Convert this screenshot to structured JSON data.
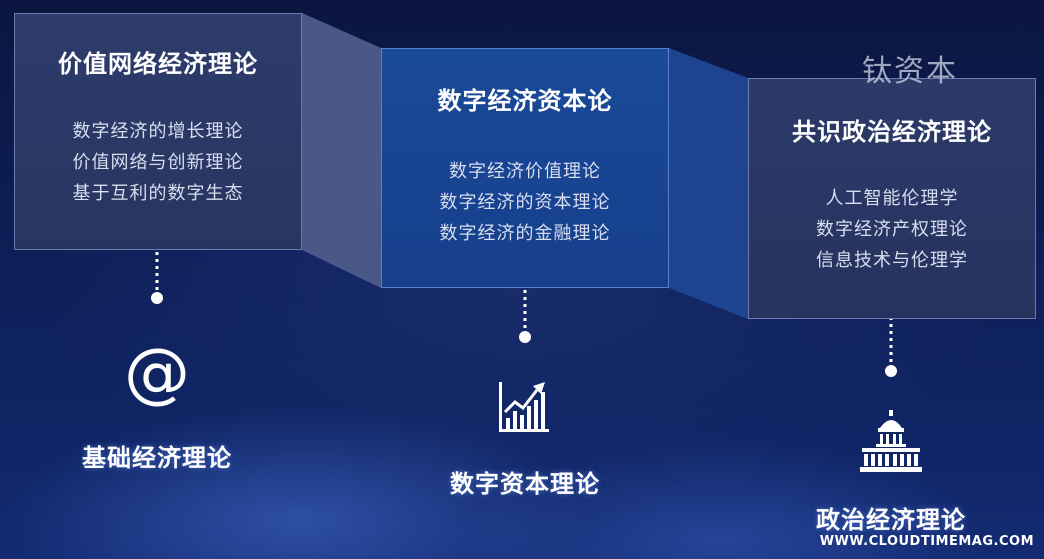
{
  "boxes": [
    {
      "title": "价值网络经济理论",
      "items": [
        "数字经济的增长理论",
        "价值网络与创新理论",
        "基于互利的数字生态"
      ]
    },
    {
      "title": "数字经济资本论",
      "items": [
        "数字经济价值理论",
        "数字经济的资本理论",
        "数字经济的金融理论"
      ]
    },
    {
      "title": "共识政治经济理论",
      "items": [
        "人工智能伦理学",
        "数字经济产权理论",
        "信息技术与伦理学"
      ]
    }
  ],
  "pillars": [
    {
      "label": "基础经济理论",
      "icon": "at-sign-icon"
    },
    {
      "label": "数字资本理论",
      "icon": "growth-chart-icon"
    },
    {
      "label": "政治经济理论",
      "icon": "capitol-building-icon"
    }
  ],
  "watermarks": {
    "top": "钛资本",
    "bottom": "WWW.CLOUDTIMEMAG.COM"
  },
  "colors": {
    "background": "#0e1f57",
    "box_dark": "#2a3864",
    "box_blue": "#184392",
    "connector_dot": "#ffffff"
  }
}
